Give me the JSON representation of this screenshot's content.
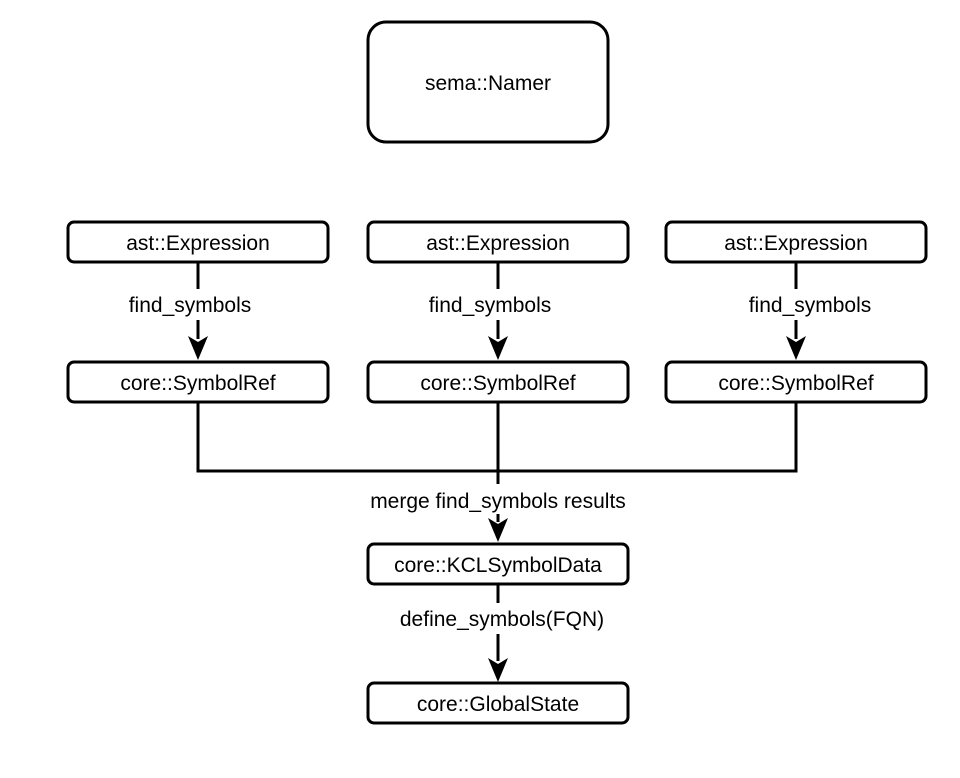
{
  "diagram": {
    "root": {
      "label": "sema::Namer"
    },
    "columns": [
      {
        "expression": "ast::Expression",
        "edge_label": "find_symbols",
        "symbol_ref": "core::SymbolRef"
      },
      {
        "expression": "ast::Expression",
        "edge_label": "find_symbols",
        "symbol_ref": "core::SymbolRef"
      },
      {
        "expression": "ast::Expression",
        "edge_label": "find_symbols",
        "symbol_ref": "core::SymbolRef"
      }
    ],
    "merge_label": "merge find_symbols results",
    "symbol_data": {
      "label": "core::KCLSymbolData"
    },
    "define_label": "define_symbols(FQN)",
    "global_state": {
      "label": "core::GlobalState"
    }
  },
  "colors": {
    "stroke": "#000000",
    "fill": "#ffffff",
    "text": "#000000"
  }
}
